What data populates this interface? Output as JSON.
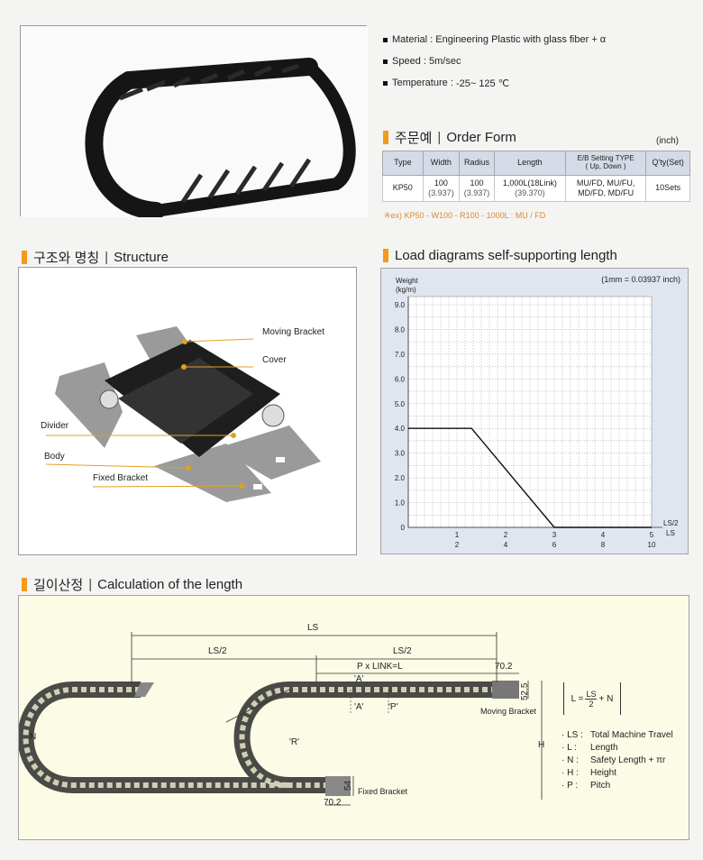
{
  "specs": [
    {
      "label": "Material",
      "value": "Engineering Plastic with glass fiber + α"
    },
    {
      "label": "Speed",
      "value": "5m/sec"
    },
    {
      "label": "Temperature",
      "value": "-25~ 125 ℃"
    }
  ],
  "order_form": {
    "title_kr": "주문예",
    "title_en": "Order Form",
    "unit": "(inch)",
    "headers": [
      "Type",
      "Width",
      "Radius",
      "Length",
      "E/B Setting TYPE",
      "Q'ty(Set)"
    ],
    "header_sub": "( Up, Down )",
    "row": {
      "type": "KP50",
      "width": "100",
      "width_inch": "(3.937)",
      "radius": "100",
      "radius_inch": "(3.937)",
      "length": "1,000L(18Link)",
      "length_inch": "(39.370)",
      "setting_1": "MU/FD, MU/FU,",
      "setting_2": "MD/FD, MD/FU",
      "qty": "10Sets"
    },
    "example": "※ex) KP50 - W100 - R100 - 1000L : MU / FD"
  },
  "structure": {
    "title_kr": "구조와 명칭",
    "title_en": "Structure",
    "labels": {
      "moving_bracket": "Moving Bracket",
      "cover": "Cover",
      "divider": "Divider",
      "body": "Body",
      "fixed_bracket": "Fixed Bracket"
    }
  },
  "load": {
    "title": "Load diagrams self-supporting length",
    "conversion": "(1mm = 0.03937 inch)",
    "ylabel_1": "Weight",
    "ylabel_2": "(kg/m)",
    "xlabel_1": "LS/2",
    "xlabel_2": "LS"
  },
  "chart_data": {
    "type": "line",
    "title": "",
    "ylabel": "Weight (kg/m)",
    "xlabel": "LS/2",
    "xlabel_secondary": "LS",
    "xlim": [
      0,
      5
    ],
    "ylim": [
      0,
      9.0
    ],
    "y_ticks": [
      "0",
      "1.0",
      "2.0",
      "3.0",
      "4.0",
      "5.0",
      "6.0",
      "7.0",
      "8.0",
      "9.0"
    ],
    "x_ticks": [
      {
        "v": 1,
        "top": "1",
        "bottom": "2"
      },
      {
        "v": 2,
        "top": "2",
        "bottom": "4"
      },
      {
        "v": 3,
        "top": "3",
        "bottom": "6"
      },
      {
        "v": 4,
        "top": "4",
        "bottom": "8"
      },
      {
        "v": 5,
        "top": "5",
        "bottom": "10"
      }
    ],
    "grid": true,
    "series": [
      {
        "x": [
          0,
          1.3,
          3.0,
          5.0
        ],
        "y": [
          4.0,
          4.0,
          0,
          0
        ]
      }
    ]
  },
  "calc": {
    "title_kr": "길이산정",
    "title_en": "Calculation of the length",
    "dims": {
      "ls": "LS",
      "ls_half_left": "LS/2",
      "ls_half_right": "LS/2",
      "pxlink": "P x LINK=L",
      "d702_top": "70.2",
      "d525": "52.5",
      "d54": "54",
      "d702_bottom": "70.2",
      "a1": "'A'",
      "a2": "'A'",
      "p": "'P'",
      "r": "'R'",
      "n": "N",
      "h": "H",
      "moving_bracket": "Moving Bracket",
      "fixed_bracket": "Fixed Bracket"
    },
    "formula": {
      "lhs": "L =",
      "num": "LS",
      "den": "2",
      "rest": "+ N"
    },
    "legend": [
      {
        "key": "· LS :",
        "desc": "Total Machine Travel"
      },
      {
        "key": "· L  :",
        "desc": "Length"
      },
      {
        "key": "· N  :",
        "desc": "Safety Length + πr"
      },
      {
        "key": "· H  :",
        "desc": "Height"
      },
      {
        "key": "· P  :",
        "desc": "Pitch"
      }
    ]
  }
}
